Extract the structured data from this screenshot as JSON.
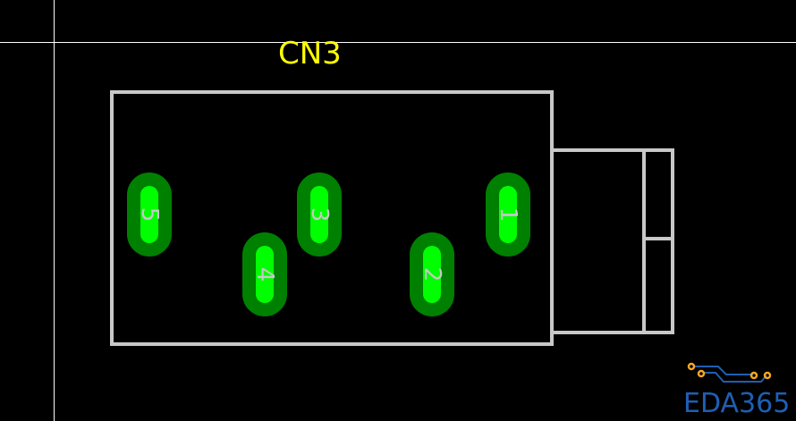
{
  "component": {
    "reference": "CN3",
    "pads": [
      {
        "number": "5"
      },
      {
        "number": "4"
      },
      {
        "number": "3"
      },
      {
        "number": "2"
      },
      {
        "number": "1"
      }
    ]
  },
  "logo": {
    "text": "EDA365"
  },
  "colors": {
    "background": "#000000",
    "silkscreen": "#c8c8c8",
    "reference_text": "#ffff00",
    "pad_outer": "#008000",
    "pad_inner": "#00ff00",
    "crosshair": "#ffffff",
    "logo_blue": "#1e5fb4",
    "logo_orange": "#f5a623"
  }
}
